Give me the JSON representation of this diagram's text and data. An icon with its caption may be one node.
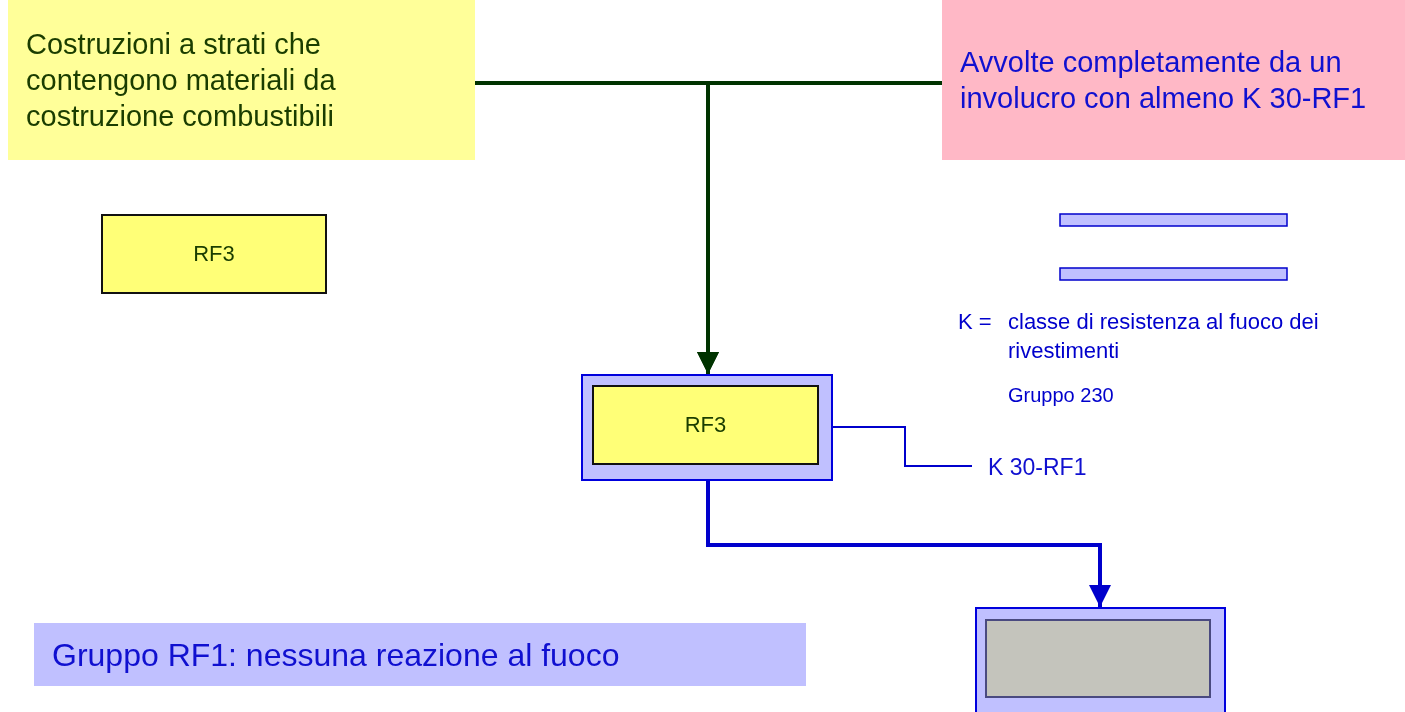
{
  "diagram": {
    "nodes": [
      {
        "text": [
          "Costruzioni a strati che contengono materiali da costruzione combustibili"
        ]
      },
      {
        "text": [
          "Avvolte completamente da un involucro con almeno  K 30-RF1"
        ]
      },
      {
        "text": [
          "RF3"
        ]
      },
      {
        "text": [],
        "shape": "box"
      },
      {
        "text": [
          "RF3"
        ],
        "in": 3
      },
      {
        "text": [
          "K 30-RF1"
        ]
      },
      {
        "text": [],
        "shape": "box"
      },
      {
        "text": [],
        "shape": "box",
        "in": 6
      },
      {
        "text": [
          "Gruppo RF1: nessuna reazione al fuoco"
        ]
      }
    ],
    "edges": [
      {
        "from": 0,
        "to": 3,
        "arrow": "to",
        "color": "#003300"
      },
      {
        "from": 1,
        "to": 3,
        "arrow": "to",
        "color": "#003300"
      },
      {
        "from": 3,
        "to": 5,
        "arrow": "none",
        "color": "#0000cc"
      },
      {
        "from": 3,
        "to": 6,
        "arrow": "to",
        "color": "#0000cc"
      }
    ],
    "labels": [
      "K =",
      "classe di resistenza al fuoco dei rivestimenti",
      "Gruppo 230"
    ]
  }
}
